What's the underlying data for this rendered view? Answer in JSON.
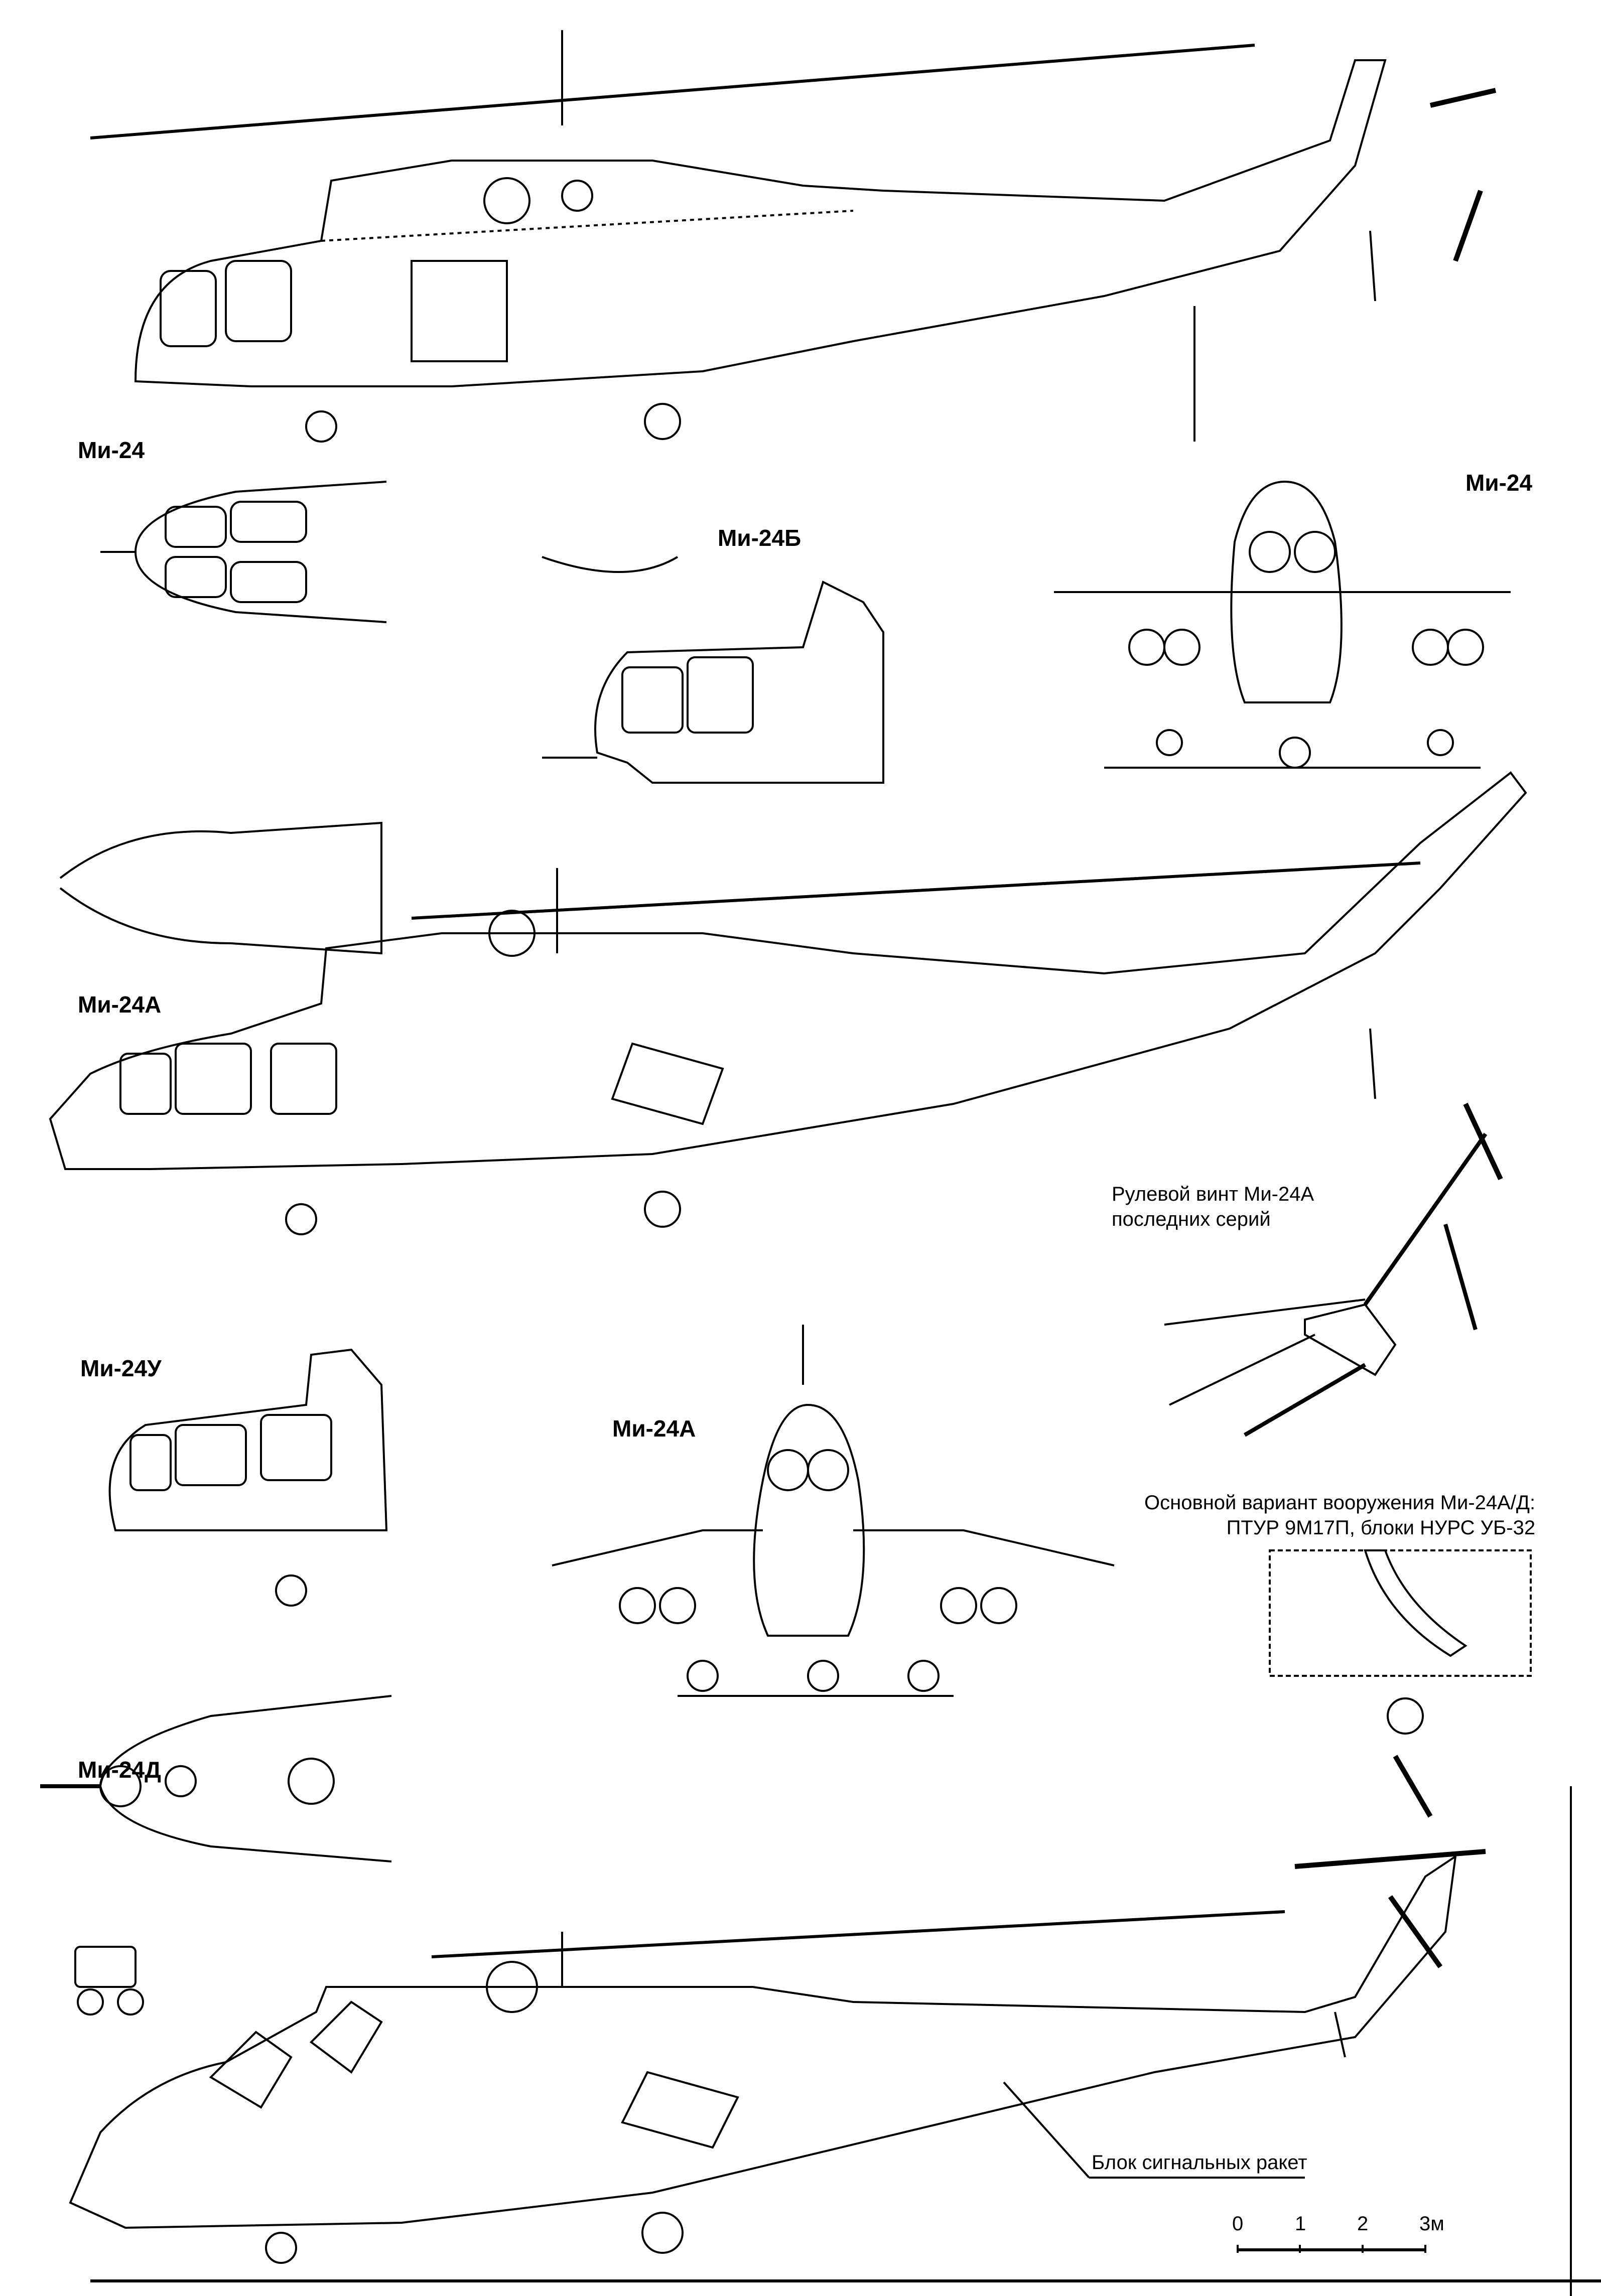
{
  "labels": {
    "mi24_side": "Ми-24",
    "mi24_front": "Ми-24",
    "mi24b": "Ми-24Б",
    "mi24a_side": "Ми-24А",
    "mi24u": "Ми-24У",
    "mi24a_front": "Ми-24А",
    "mi24d": "Ми-24Д"
  },
  "captions": {
    "tail_rotor_line1": "Рулевой винт Ми-24А",
    "tail_rotor_line2": "последних серий",
    "armament_line1": "Основной вариант вооружения Ми-24А/Д:",
    "armament_line2": "ПТУР 9М17П, блоки НУРС УБ-32",
    "flare_block": "Блок сигнальных ракет"
  },
  "scale_bar": {
    "ticks": [
      "0",
      "1",
      "2",
      "3м"
    ],
    "units": "m",
    "max": 3
  },
  "colors": {
    "ink": "#000000",
    "paper": "#ffffff"
  }
}
